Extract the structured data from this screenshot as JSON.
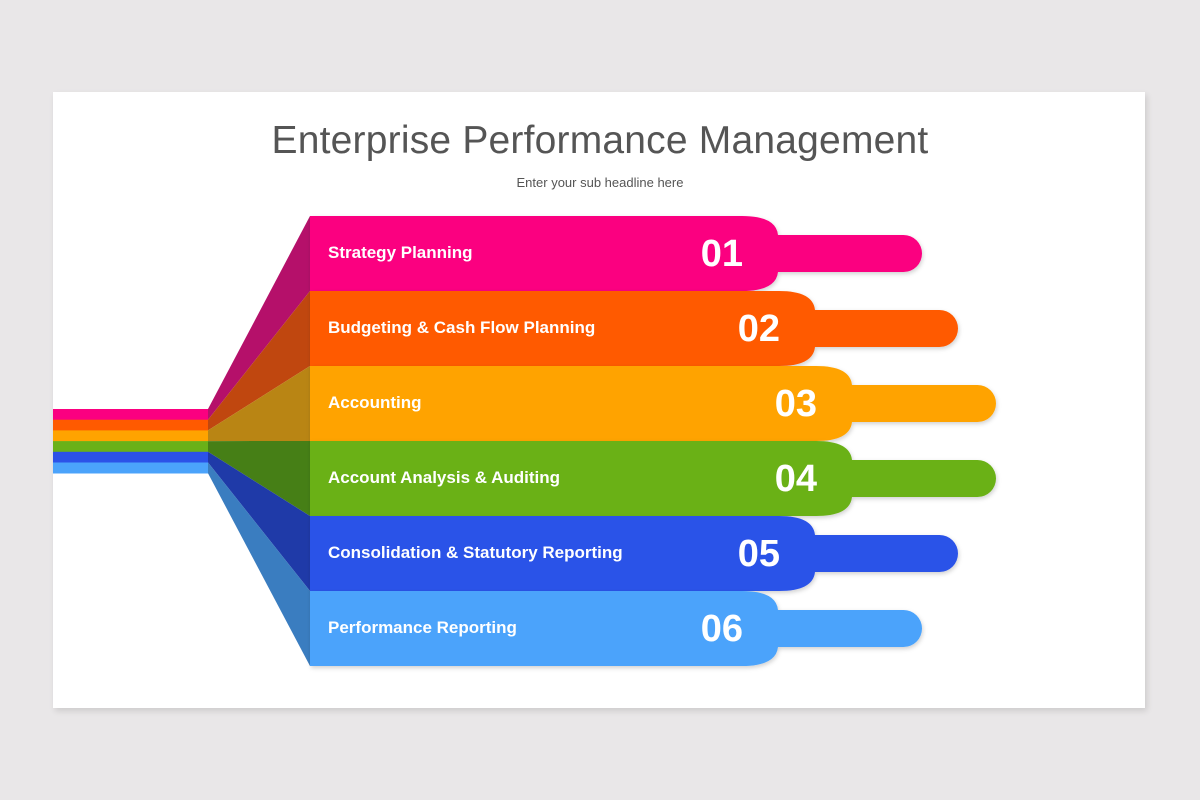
{
  "header": {
    "title": "Enterprise Performance Management",
    "subtitle": "Enter your sub headline here"
  },
  "colors": {
    "page_background": "#e9e7e8",
    "slide_background": "#ffffff",
    "title_text": "#555555"
  },
  "items": [
    {
      "number": "01",
      "label": "Strategy Planning",
      "color": "#fb0080",
      "side_color": "#b5106a"
    },
    {
      "number": "02",
      "label": "Budgeting & Cash Flow Planning",
      "color": "#ff5a00",
      "side_color": "#c0470f"
    },
    {
      "number": "03",
      "label": "Accounting",
      "color": "#ffa300",
      "side_color": "#b98514"
    },
    {
      "number": "04",
      "label": "Account Analysis & Auditing",
      "color": "#6ab118",
      "side_color": "#467f16"
    },
    {
      "number": "05",
      "label": "Consolidation & Statutory Reporting",
      "color": "#2c52e8",
      "side_color": "#1f3aa8"
    },
    {
      "number": "06",
      "label": "Performance Reporting",
      "color": "#4ba3fb",
      "side_color": "#3a7dc0"
    }
  ]
}
